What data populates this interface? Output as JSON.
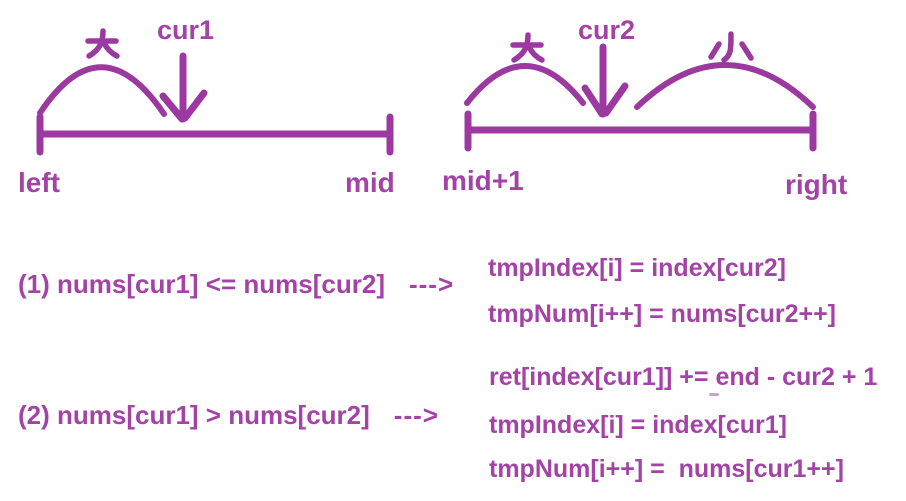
{
  "colors": {
    "ink_stroke": "#9c39a0",
    "ink_text": "#a343a6",
    "background": "#ffffff",
    "stray_dash": "#c9a4cf"
  },
  "left_segment": {
    "big_char": "大",
    "cursor_label": "cur1",
    "start_label": "left",
    "end_label": "mid"
  },
  "right_segment": {
    "big_char": "大",
    "small_char": "小",
    "cursor_label": "cur2",
    "start_label": "mid+1",
    "end_label": "right"
  },
  "cases": [
    {
      "condition": "(1) nums[cur1] <= nums[cur2]",
      "arrow": "--->",
      "results": [
        "tmpIndex[i] = index[cur2]",
        "tmpNum[i++] = nums[cur2++]"
      ]
    },
    {
      "condition": "(2) nums[cur1] > nums[cur2]",
      "arrow": "--->",
      "results": [
        "ret[index[cur1]] += end - cur2 + 1",
        "tmpIndex[i] = index[cur1]",
        "tmpNum[i++] =  nums[cur1++]"
      ]
    }
  ]
}
